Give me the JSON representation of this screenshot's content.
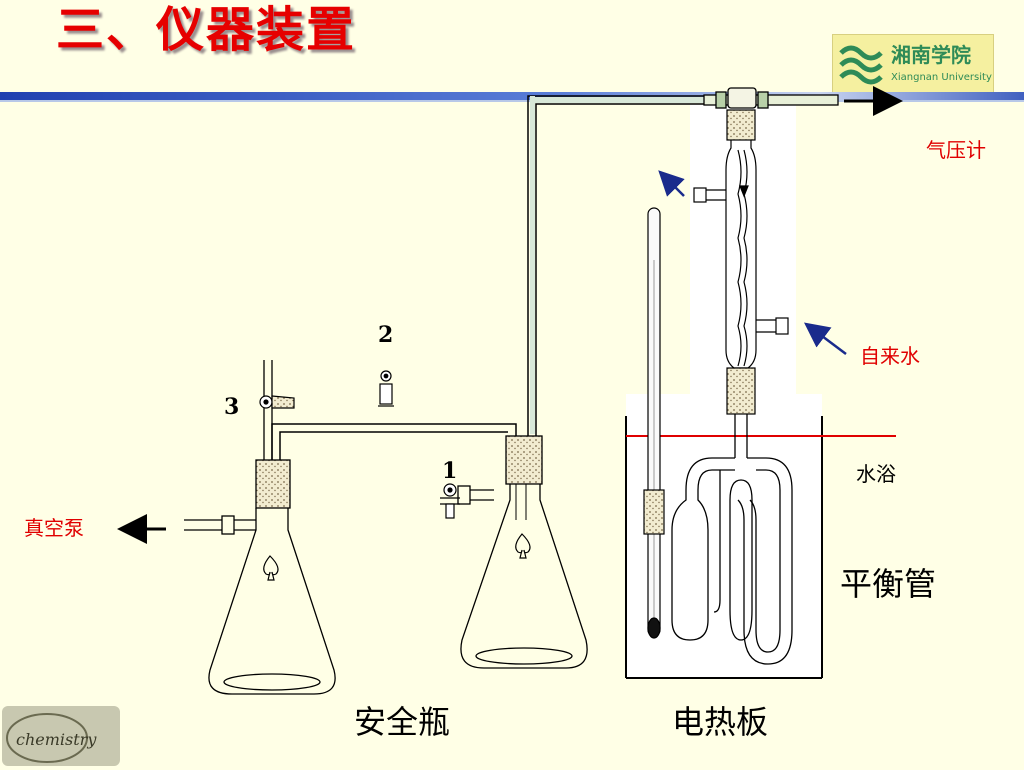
{
  "title": "三、仪器装置",
  "logo": {
    "name": "湘南学院",
    "subtitle": "Xiangnan University",
    "brand_color": "#2e8b57"
  },
  "labels": {
    "barometer": "气压计",
    "tap_water": "自来水",
    "water_bath": "水浴",
    "vacuum_pump": "真空泵",
    "balance_tube": "平衡管",
    "safety_bottle": "安全瓶",
    "hot_plate": "电热板"
  },
  "valves": [
    "1",
    "2",
    "3"
  ],
  "corner_logo": {
    "text": "chemistry"
  },
  "colors": {
    "title": "#e60000",
    "label_red": "#e00000",
    "arrow_blue": "#1a2b8c",
    "water_line": "#e00000",
    "header_bar": "#4060c0"
  }
}
